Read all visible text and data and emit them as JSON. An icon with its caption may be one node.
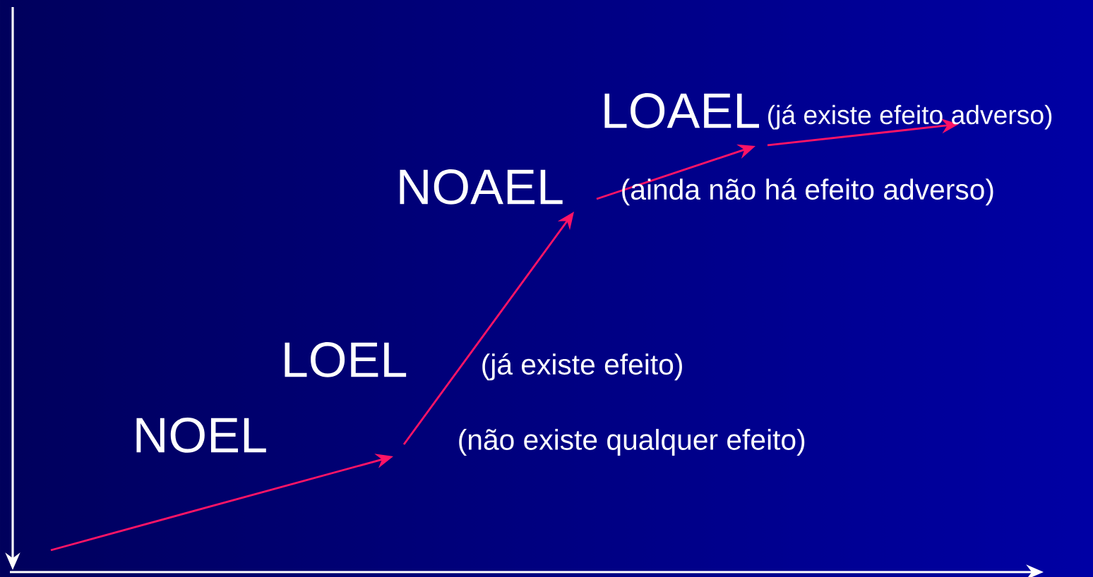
{
  "diagram": {
    "labels": [
      "LOAEL",
      "(já existe efeito adverso)",
      "NOAEL",
      "(ainda não há efeito adverso)",
      "LOEL",
      "(já existe efeito)",
      "NOEL",
      "(não existe qualquer efeito)"
    ]
  }
}
